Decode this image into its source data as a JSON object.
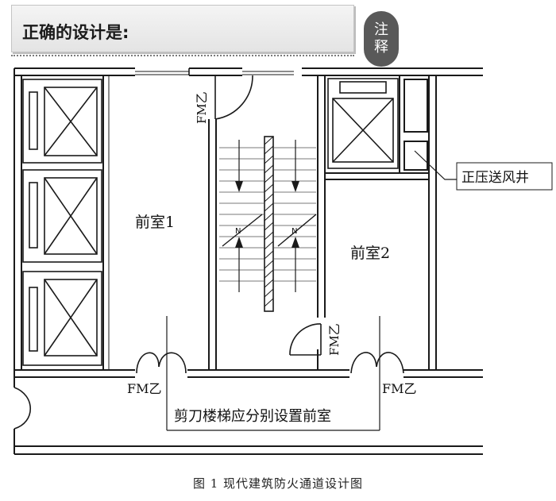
{
  "header": {
    "title": "正确的设计是:"
  },
  "badge": {
    "line1": "注",
    "line2": "释"
  },
  "labels": {
    "anteroom_1": "前室1",
    "anteroom_2": "前室2",
    "pressurized_shaft": "正压送风井",
    "door_fm_top": "FM乙",
    "door_fm_bottom_left": "FM乙",
    "door_fm_stair": "FM乙",
    "door_fm_bottom_right": "FM乙",
    "scissor_note": "剪刀楼梯应分别设置前室"
  },
  "caption": "图 1 现代建筑防火通道设计图",
  "colors": {
    "line": "#1a1a1a",
    "badge": "#595959",
    "header_bg": "#ececec"
  }
}
